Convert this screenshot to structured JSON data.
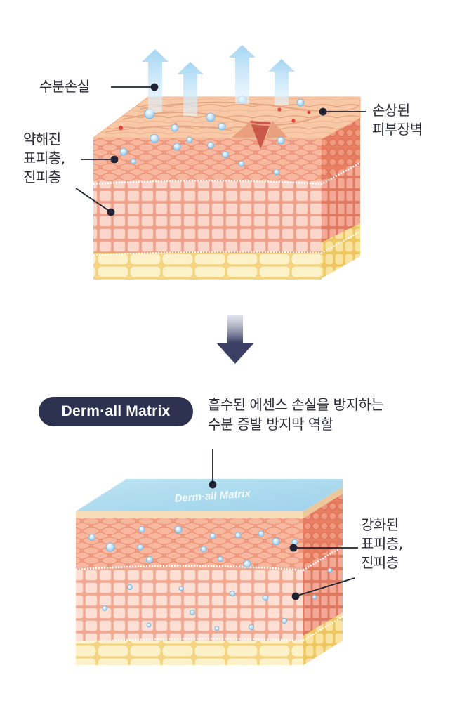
{
  "before": {
    "labels": {
      "moisture_loss": "수분손실",
      "damaged_barrier": [
        "손상된",
        "피부장벽"
      ],
      "weakened_layers": [
        "약해진",
        "표피층,",
        "진피층"
      ]
    }
  },
  "transition_arrow_icon": "arrow-down-icon",
  "after": {
    "badge": "Derm·all Matrix",
    "description": [
      "흡수된 에센스 손실을 방지하는",
      "수분 증발 방지막 역할"
    ],
    "membrane_text": "Derm·all Matrix",
    "labels": {
      "strengthened_layers": [
        "강화된",
        "표피층,",
        "진피층"
      ]
    }
  },
  "colors": {
    "text": "#2b2b38",
    "badge_bg": "#2d3150",
    "leader_line": "#1f2233",
    "epidermis": "#f4a48a",
    "dermis": "#f7c2b0",
    "fat": "#fbe8b5",
    "membrane": "#a9d8ee",
    "droplet": "#a7d3f0",
    "arrow_gradient_top": "#c9cbe0",
    "arrow_gradient_bottom": "#3b3f63"
  }
}
